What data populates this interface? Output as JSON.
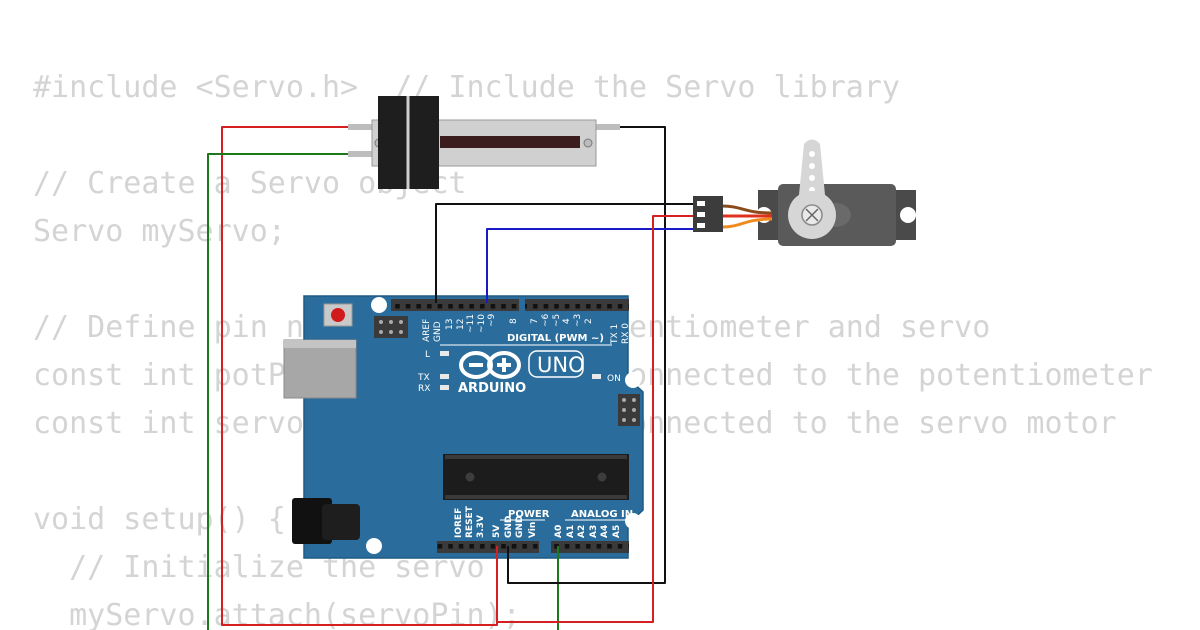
{
  "code": {
    "lines": [
      "#include <Servo.h>  // Include the Servo library",
      "",
      "// Create a Servo object",
      "Servo myServo;",
      "",
      "// Define pin numbers for the potentiometer and servo",
      "const int potPin = A0;   // Pin connected to the potentiometer",
      "const int servoPin = 9;  // Pin connected to the servo motor",
      "",
      "void setup() {",
      "  // Initialize the servo",
      "  myServo.attach(servoPin);"
    ]
  },
  "board": {
    "brand": "ARDUINO",
    "model": "UNO",
    "digital_label": "DIGITAL (PWM ~)",
    "power_label": "POWER",
    "analog_label": "ANALOG IN",
    "led_labels": {
      "l": "L",
      "tx": "TX",
      "rx": "RX",
      "on": "ON"
    },
    "digital_pins": [
      "AREF",
      "GND",
      "13",
      "12",
      "~11",
      "~10",
      "~9",
      "8",
      "7",
      "~6",
      "~5",
      "4",
      "~3",
      "2",
      "TX 1",
      "RX 0"
    ],
    "power_pins": [
      "IOREF",
      "RESET",
      "3.3V",
      "5V",
      "GND",
      "GND",
      "Vin"
    ],
    "analog_pins": [
      "A0",
      "A1",
      "A2",
      "A3",
      "A4",
      "A5"
    ]
  },
  "wire_colors": {
    "power": "#d42020",
    "ground": "#111111",
    "signal_pot": "#1a7a1a",
    "signal_servo": "#1a1ac8",
    "servo_lead_orange": "#f08a1c",
    "servo_lead_red": "#e0301e",
    "servo_lead_brown": "#8a4a1a"
  },
  "colors": {
    "board_blue": "#2a6d9c",
    "code_text": "#d4d4d4"
  }
}
